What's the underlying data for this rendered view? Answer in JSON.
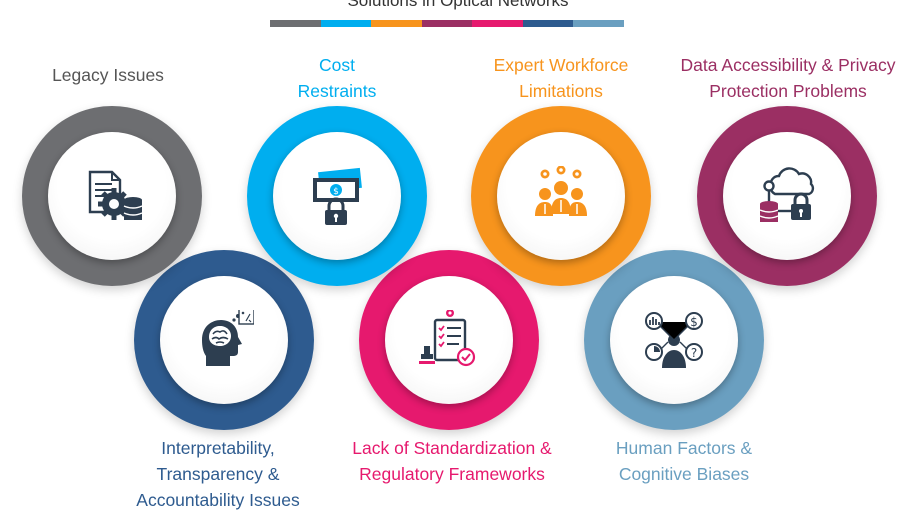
{
  "header": {
    "title": "Solutions in Optical Networks"
  },
  "colors": {
    "bar": [
      "#6d6e71",
      "#00aeef",
      "#f7941d",
      "#9b2f63",
      "#e6196e",
      "#2e5b8f",
      "#6a9fc0"
    ],
    "legacy": "#6d6e71",
    "cost": "#00aeef",
    "expert": "#f7941d",
    "data_privacy": "#9b2f63",
    "interpretability": "#2e5b8f",
    "standardization": "#e6196e",
    "human_factors": "#6a9fc0",
    "icon": "#2d3e50"
  },
  "items": {
    "legacy": {
      "line1": "Legacy Issues",
      "icon": "document-gear-database-icon"
    },
    "cost": {
      "line1": "Cost",
      "line2": "Restraints",
      "icon": "money-lock-icon"
    },
    "expert": {
      "line1": "Expert Workforce",
      "line2": "Limitations",
      "icon": "workers-gears-icon"
    },
    "data_privacy": {
      "line1": "Data Accessibility & Privacy",
      "line2": "Protection Problems",
      "icon": "cloud-database-lock-icon"
    },
    "interpretability": {
      "line1": "Interpretability,",
      "line2": "Transparency &",
      "line3": "Accountability Issues",
      "icon": "head-strategy-icon"
    },
    "standardization": {
      "line1": "Lack of Standardization &",
      "line2": "Regulatory Frameworks",
      "icon": "checklist-stamp-icon"
    },
    "human_factors": {
      "line1": "Human Factors &",
      "line2": "Cognitive Biases",
      "icon": "person-analytics-icon"
    }
  }
}
